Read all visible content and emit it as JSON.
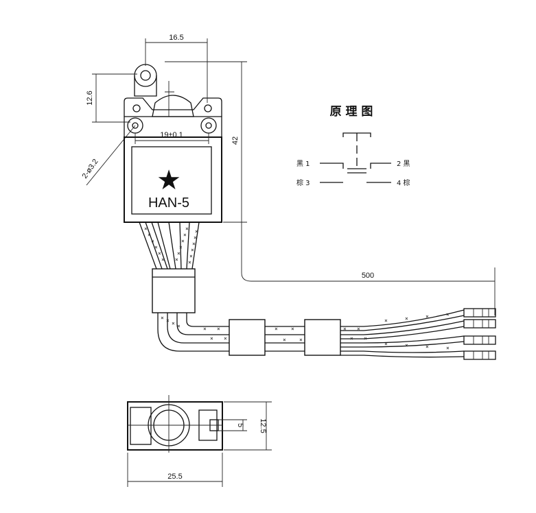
{
  "dimensions": {
    "top_width": "16.5",
    "roller_height": "12.6",
    "hole_spacing": "19±0.1",
    "holes": "2-ø3.2",
    "body_height": "42",
    "cable_length": "500",
    "bottom_width": "25.5",
    "bottom_height": "12.5",
    "bottom_inner": "5"
  },
  "label": {
    "model": "HAN-5",
    "logo": "★"
  },
  "schematic": {
    "title": "原 理 图",
    "t1": "黑 1",
    "t2": "2 黑",
    "t3": "棕 3",
    "t4": "4 棕"
  },
  "wire_mark": "×"
}
